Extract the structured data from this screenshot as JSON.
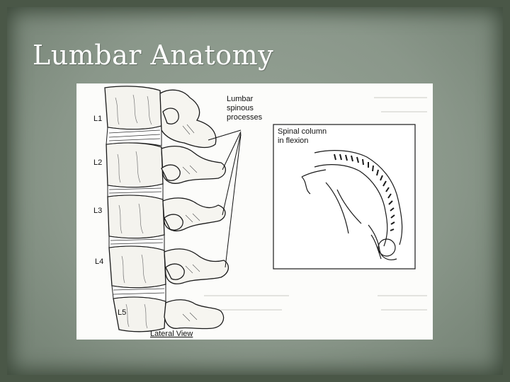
{
  "slide": {
    "title": "Lumbar Anatomy"
  },
  "figure": {
    "vertebra_labels": [
      "L1",
      "L2",
      "L3",
      "L4",
      "L5"
    ],
    "callout_line1": "Lumbar",
    "callout_line2": "spinous",
    "callout_line3": "processes",
    "inset_line1": "Spinal column",
    "inset_line2": "in flexion",
    "caption": "Lateral View"
  },
  "colors": {
    "background": "#8e9b8e",
    "frame": "#4a5747",
    "title": "#ffffff",
    "figure_bg": "#fcfcfa",
    "ink": "#111111"
  }
}
